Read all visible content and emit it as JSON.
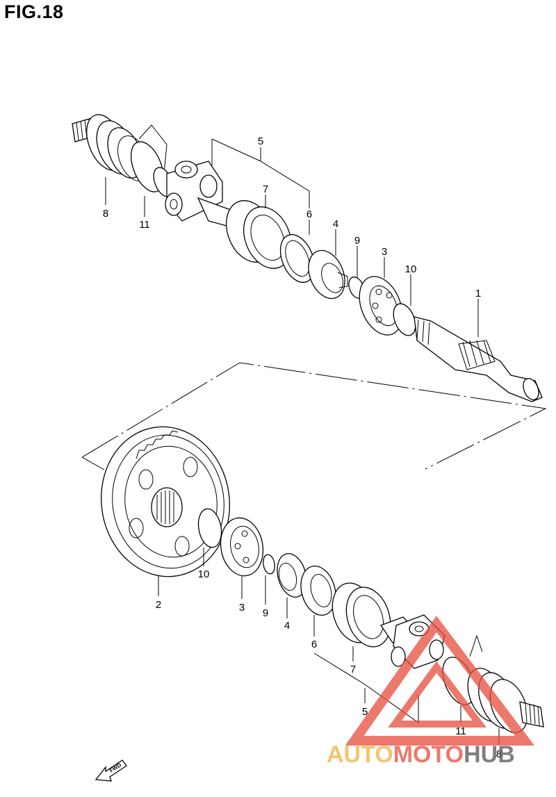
{
  "figure": {
    "title": "FIG.18"
  },
  "callouts": [
    {
      "id": "c1",
      "label": "1"
    },
    {
      "id": "c2",
      "label": "2"
    },
    {
      "id": "c3a",
      "label": "3"
    },
    {
      "id": "c3b",
      "label": "3"
    },
    {
      "id": "c4a",
      "label": "4"
    },
    {
      "id": "c4b",
      "label": "4"
    },
    {
      "id": "c5a",
      "label": "5"
    },
    {
      "id": "c5b",
      "label": "5"
    },
    {
      "id": "c6a",
      "label": "6"
    },
    {
      "id": "c6b",
      "label": "6"
    },
    {
      "id": "c7a",
      "label": "7"
    },
    {
      "id": "c7b",
      "label": "7"
    },
    {
      "id": "c8a",
      "label": "8"
    },
    {
      "id": "c8b",
      "label": "8"
    },
    {
      "id": "c9a",
      "label": "9"
    },
    {
      "id": "c9b",
      "label": "9"
    },
    {
      "id": "c10a",
      "label": "10"
    },
    {
      "id": "c10b",
      "label": "10"
    },
    {
      "id": "c11a",
      "label": "11"
    },
    {
      "id": "c11b",
      "label": "11"
    }
  ],
  "direction_arrow": {
    "label": "FWD",
    "icon": "arrow-icon"
  },
  "watermark": {
    "part1": "AUTO",
    "part2": "MOTO",
    "part3": "HUB",
    "colors": {
      "auto": "#f5b041",
      "moto": "#e74c3c",
      "hub": "#555555",
      "triangle": "#e74c3c"
    }
  }
}
